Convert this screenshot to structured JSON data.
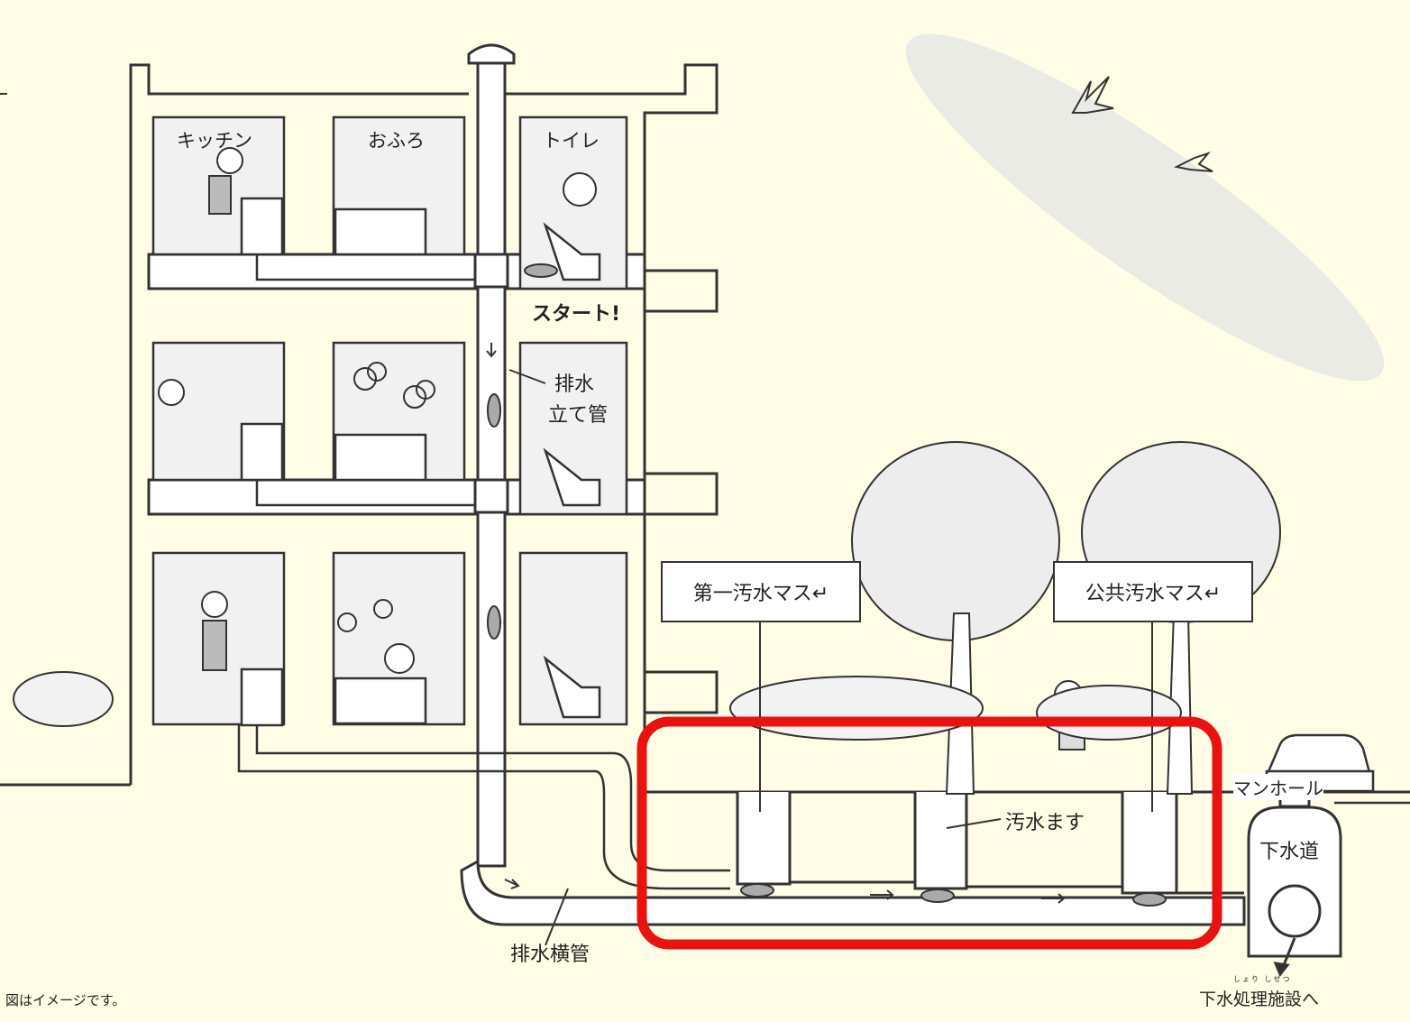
{
  "rooms": {
    "kitchen": "キッチン",
    "bath": "おふろ",
    "toilet": "トイレ"
  },
  "start_label": "スタート",
  "stack_pipe_label_line1": "排水",
  "stack_pipe_label_line2": "立て管",
  "horizontal_pipe_label": "排水横管",
  "first_sewage_basin_label": "第一汚水マス↵",
  "public_sewage_basin_label": "公共汚水マス↵",
  "sewage_basin_label": "汚水ます",
  "manhole_label": "マンホール",
  "sewer_label": "下水道",
  "treatment_label": "下水処理施設へ",
  "treatment_ruby": "しょり しせつ",
  "footnote": "図はイメージです。",
  "colors": {
    "background": "#fffde6",
    "line": "#333333",
    "highlight": "#e8130f",
    "room_fill": "#f1f1f1"
  }
}
